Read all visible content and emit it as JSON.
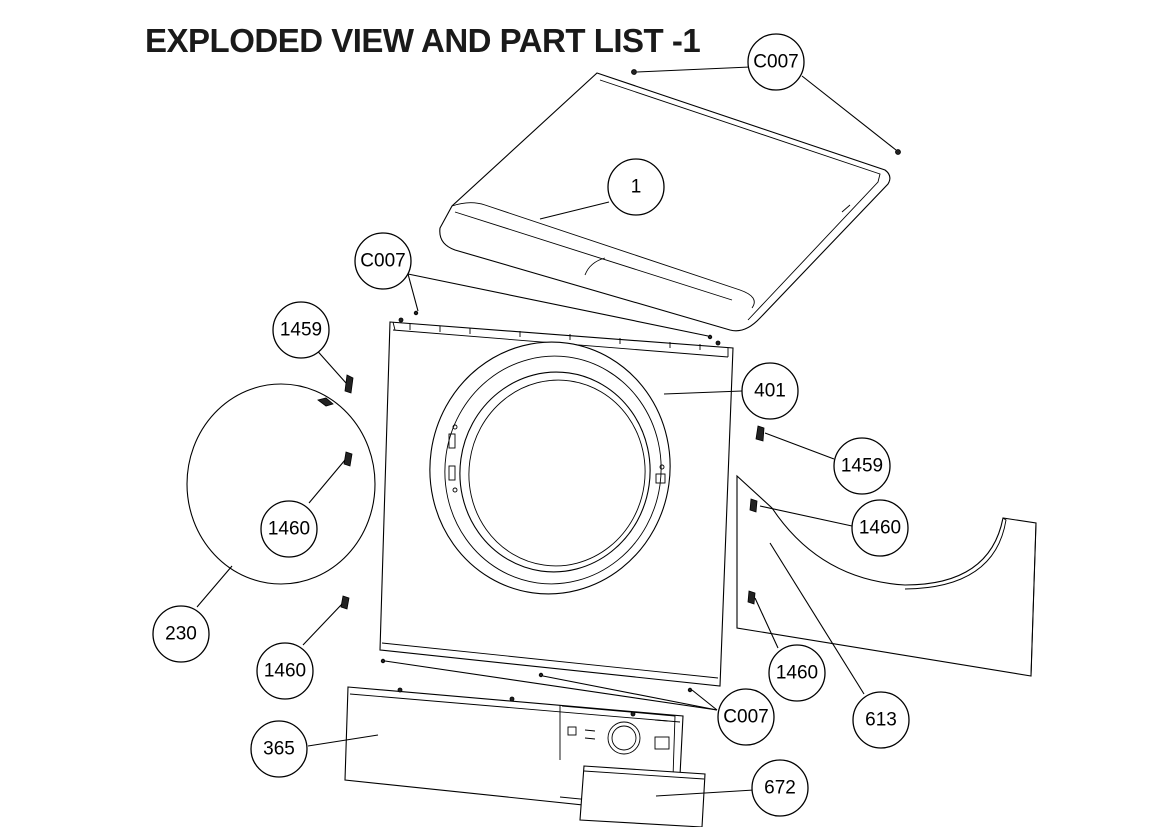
{
  "title": "EXPLODED VIEW AND PART LIST -1",
  "callouts": {
    "c007_top": "C007",
    "part_1": "1",
    "c007_mid": "C007",
    "part_1459_left": "1459",
    "part_401": "401",
    "part_1459_right": "1459",
    "part_1460_circle": "1460",
    "part_1460_right_top": "1460",
    "part_230": "230",
    "part_1460_left_bottom": "1460",
    "part_1460_right_bottom": "1460",
    "c007_bottom": "C007",
    "part_613": "613",
    "part_365": "365",
    "part_672": "672"
  }
}
